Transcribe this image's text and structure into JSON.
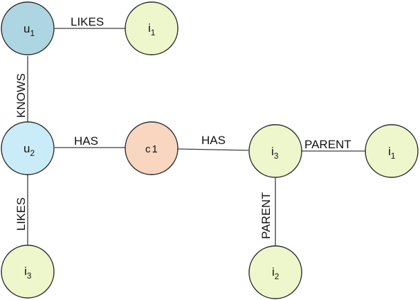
{
  "nodes": [
    {
      "id": "u1_top",
      "base": "u",
      "sub": "1",
      "fill": "#aed5e2"
    },
    {
      "id": "i1_top",
      "base": "i",
      "sub": "1",
      "fill": "#eef6cc"
    },
    {
      "id": "u2",
      "base": "u",
      "sub": "2",
      "fill": "#c9ecf8"
    },
    {
      "id": "c1",
      "base": "c",
      "sub": "1",
      "fill": "#f8d6c0"
    },
    {
      "id": "i3_mid",
      "base": "i",
      "sub": "3",
      "fill": "#eef6cc"
    },
    {
      "id": "i1_right",
      "base": "i",
      "sub": "1",
      "fill": "#eef6cc"
    },
    {
      "id": "i3_bot",
      "base": "i",
      "sub": "3",
      "fill": "#eef6cc"
    },
    {
      "id": "i2_bot",
      "base": "i",
      "sub": "2",
      "fill": "#eef6cc"
    }
  ],
  "edges": [
    {
      "from": "u1_top",
      "to": "i1_top",
      "label": "LIKES"
    },
    {
      "from": "u1_top",
      "to": "u2",
      "label": "KNOWS"
    },
    {
      "from": "u2",
      "to": "c1",
      "label": "HAS"
    },
    {
      "from": "c1",
      "to": "i3_mid",
      "label": "HAS"
    },
    {
      "from": "i3_mid",
      "to": "i1_right",
      "label": "PARENT"
    },
    {
      "from": "u2",
      "to": "i3_bot",
      "label": "LIKES"
    },
    {
      "from": "i3_mid",
      "to": "i2_bot",
      "label": "PARENT"
    }
  ]
}
